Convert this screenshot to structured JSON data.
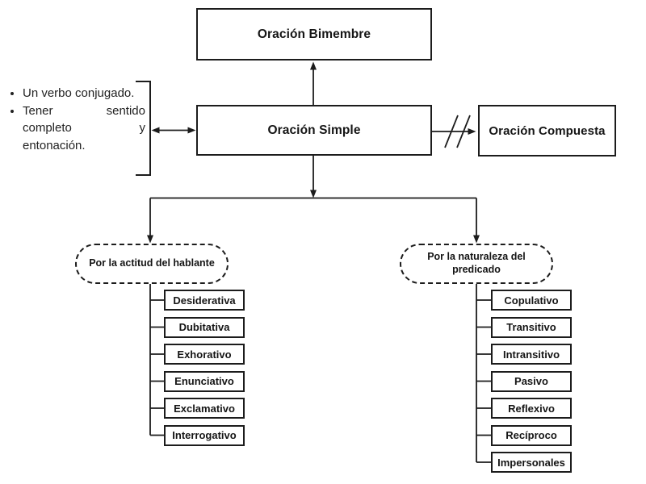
{
  "colors": {
    "ink": "#1c1c1c",
    "background": "#ffffff"
  },
  "nodes": {
    "bimembre": {
      "label": "Oración Bimembre"
    },
    "simple": {
      "label": "Oración Simple"
    },
    "compuesta": {
      "label": "Oración Compuesta"
    }
  },
  "requirements": {
    "items": [
      "Un verbo conjugado.",
      "Tener sentido completo y entonación."
    ]
  },
  "branches": {
    "actitud": {
      "label": "Por la actitud del hablante",
      "items": [
        "Desiderativa",
        "Dubitativa",
        "Exhorativo",
        "Enunciativo",
        "Exclamativo",
        "Interrogativo"
      ]
    },
    "naturaleza": {
      "label": "Por la naturaleza del\npredicado",
      "items": [
        "Copulativo",
        "Transitivo",
        "Intransitivo",
        "Pasivo",
        "Reflexivo",
        "Recíproco",
        "Impersonales"
      ]
    }
  }
}
